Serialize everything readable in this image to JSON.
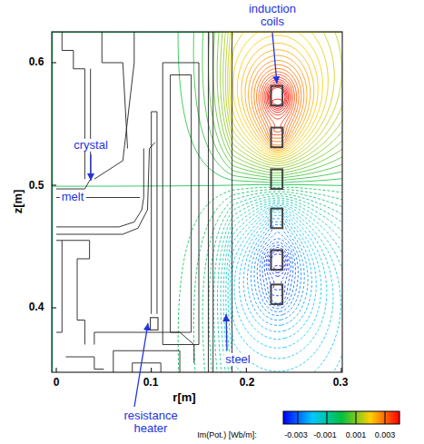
{
  "diagram": {
    "labels": [
      "induction coils",
      "crystal",
      "melt",
      "z[m]",
      "0.6",
      "0.5",
      "0.4",
      "0",
      "0.1",
      "0.2",
      "0.3",
      "r[m]",
      "resistance heater",
      "steel",
      "Im(Pot.) [Wb/m]:",
      "-0.003",
      "-0.001",
      "0.001",
      "0.003"
    ]
  }
}
